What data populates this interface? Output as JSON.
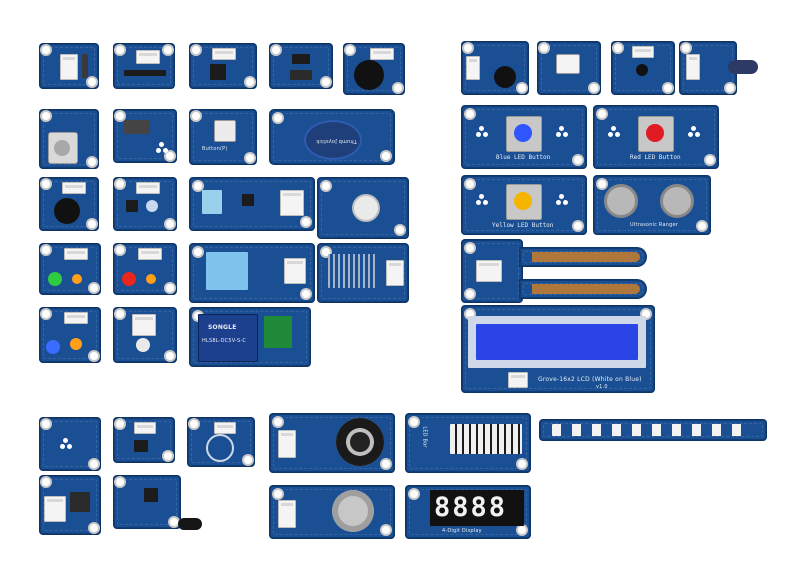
{
  "modules": {
    "thumb_joystick": "Thumb Joystick",
    "button": "Button(P)",
    "blue_led_button": "Blue LED Button",
    "red_led_button": "Red LED Button",
    "yellow_led_button": "Yellow LED Button",
    "ultrasonic": "Ultrasonic Ranger",
    "lcd": "Grove-16x2 LCD (White on Blue)",
    "lcd_version": "v1.0",
    "relay_mark": "SONGLE",
    "relay_text": "HLS8L-DC5V-S-C",
    "led_bar": "LED Bar",
    "digit_display": "4-Digit Display",
    "digit_value": "8888",
    "version": "v1.0"
  },
  "colors": {
    "board": "#1a4f93",
    "board_edge": "#0e3566",
    "blue_button": "#2f55ff",
    "red_button": "#e01b24",
    "yellow_button": "#f4b400",
    "led_green": "#2ecc40",
    "led_orange": "#ff9f1a",
    "led_red": "#e8261c",
    "led_blue": "#3a6cff",
    "lcd_screen": "#2a44e6",
    "moisture_trace": "#b0773c"
  },
  "icons": [
    "grove-flower-icon",
    "mounting-hole-icon",
    "connector-icon"
  ]
}
